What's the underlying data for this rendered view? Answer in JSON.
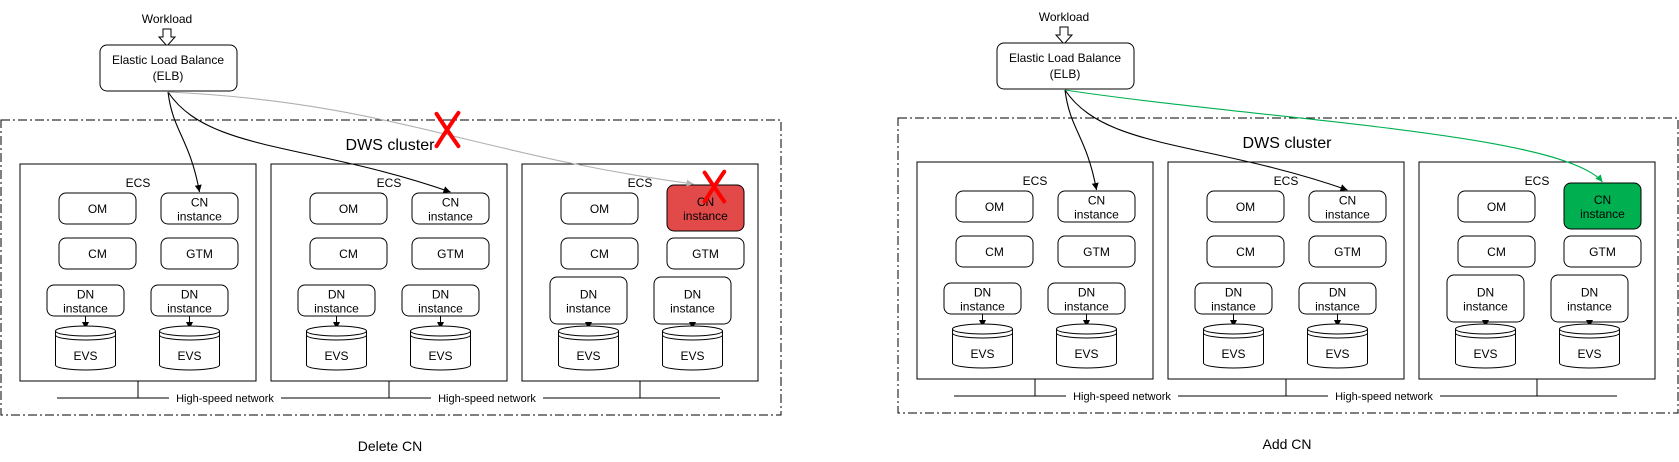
{
  "panels": [
    {
      "id": "delete",
      "workload_label": "Workload",
      "elb_line1": "Elastic Load Balance",
      "elb_line2": "(ELB)",
      "cluster_label": "DWS cluster",
      "caption": "Delete CN",
      "network_labels": [
        "High-speed network",
        "High-speed network"
      ],
      "highlight_color": "#e24a4a",
      "marker": "red-x-icon",
      "ecs": [
        {
          "label": "ECS",
          "om": "OM",
          "cm": "CM",
          "gtm": "GTM",
          "cn1": "CN",
          "cn2": "instance",
          "dn1": "DN",
          "dn2": "instance",
          "evs": "EVS",
          "state": "normal"
        },
        {
          "label": "ECS",
          "om": "OM",
          "cm": "CM",
          "gtm": "GTM",
          "cn1": "CN",
          "cn2": "instance",
          "dn1": "DN",
          "dn2": "instance",
          "evs": "EVS",
          "state": "normal"
        },
        {
          "label": "ECS",
          "om": "OM",
          "cm": "CM",
          "gtm": "GTM",
          "cn1": "CN",
          "cn2": "instance",
          "dn1": "DN",
          "dn2": "instance",
          "evs": "EVS",
          "state": "removed"
        }
      ]
    },
    {
      "id": "add",
      "workload_label": "Workload",
      "elb_line1": "Elastic Load Balance",
      "elb_line2": "(ELB)",
      "cluster_label": "DWS cluster",
      "caption": "Add CN",
      "network_labels": [
        "High-speed network",
        "High-speed network"
      ],
      "highlight_color": "#00b050",
      "marker": "none",
      "ecs": [
        {
          "label": "ECS",
          "om": "OM",
          "cm": "CM",
          "gtm": "GTM",
          "cn1": "CN",
          "cn2": "instance",
          "dn1": "DN",
          "dn2": "instance",
          "evs": "EVS",
          "state": "normal"
        },
        {
          "label": "ECS",
          "om": "OM",
          "cm": "CM",
          "gtm": "GTM",
          "cn1": "CN",
          "cn2": "instance",
          "dn1": "DN",
          "dn2": "instance",
          "evs": "EVS",
          "state": "normal"
        },
        {
          "label": "ECS",
          "om": "OM",
          "cm": "CM",
          "gtm": "GTM",
          "cn1": "CN",
          "cn2": "instance",
          "dn1": "DN",
          "dn2": "instance",
          "evs": "EVS",
          "state": "added"
        }
      ]
    }
  ],
  "connector_colors": {
    "normal": "#000000",
    "removed": "#b0b0b0",
    "added": "#00b050"
  }
}
